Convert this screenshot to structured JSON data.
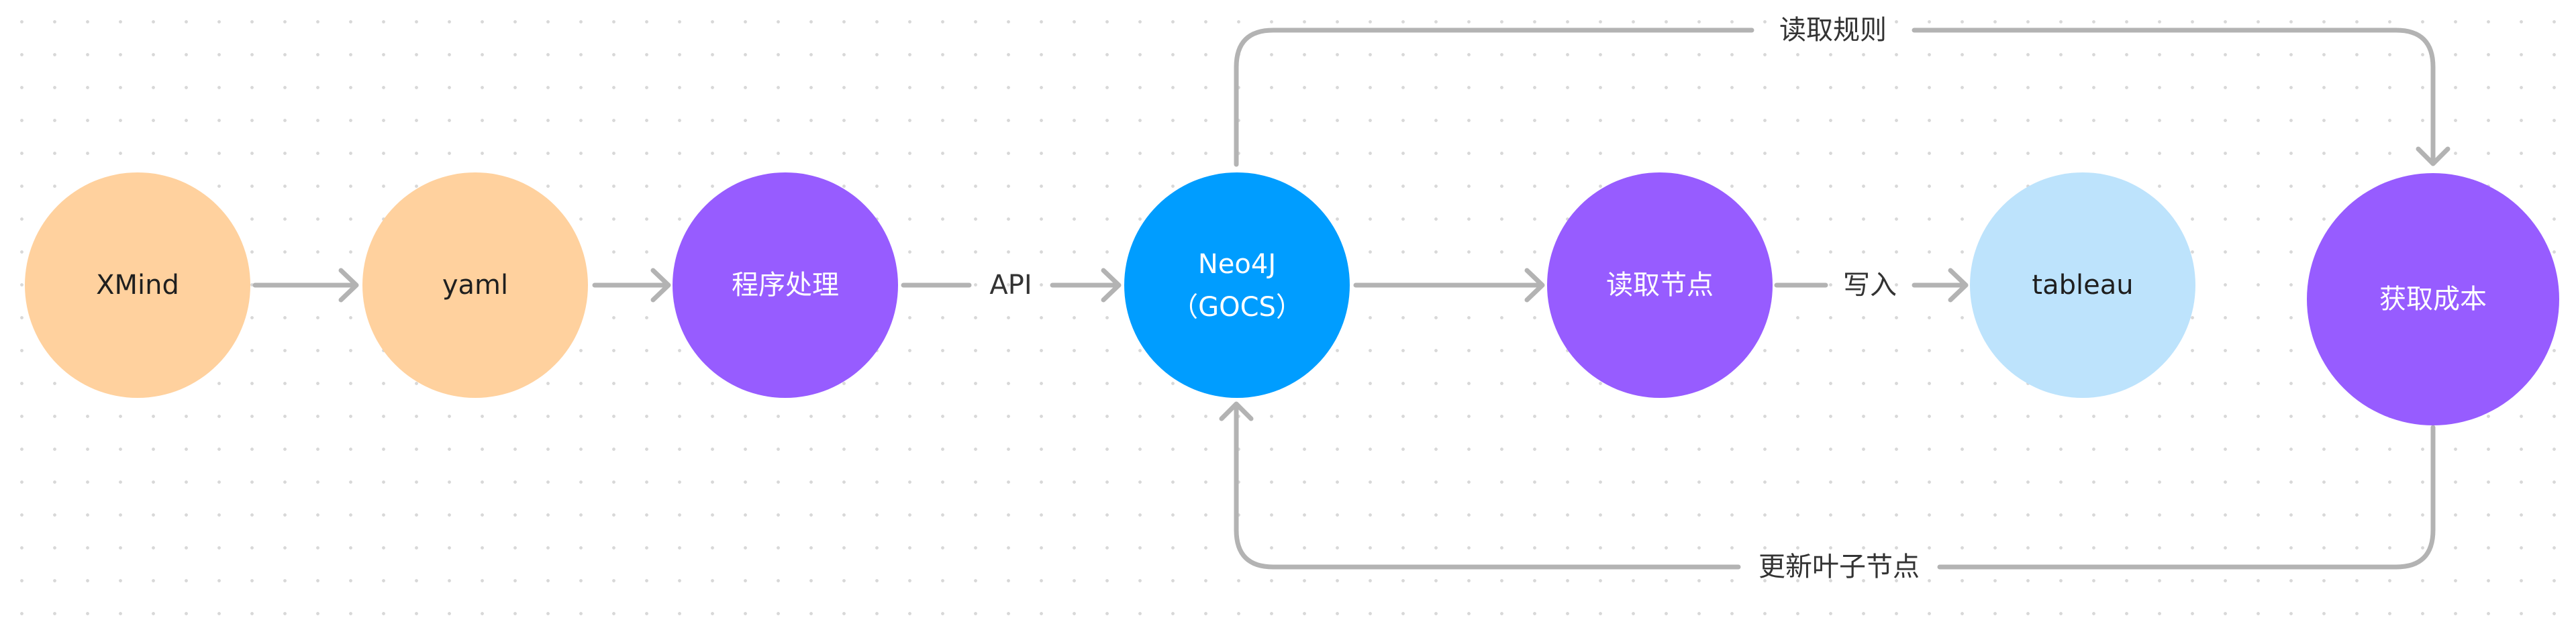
{
  "nodes": {
    "xmind": {
      "label": "XMind",
      "fill": "#FFD19E",
      "text_color": "#1f1f1f"
    },
    "yaml": {
      "label": "yaml",
      "fill": "#FFD19E",
      "text_color": "#1f1f1f"
    },
    "process": {
      "label": "程序处理",
      "fill": "#975CFF",
      "text_color": "#ffffff"
    },
    "neo4j": {
      "label_line1": "Neo4J",
      "label_line2": "（GOCS）",
      "fill": "#009DFF",
      "text_color": "#ffffff"
    },
    "read_node": {
      "label": "读取节点",
      "fill": "#975CFF",
      "text_color": "#ffffff"
    },
    "tableau": {
      "label": "tableau",
      "fill": "#BDE3FC",
      "text_color": "#1f1f1f"
    },
    "get_cost": {
      "label": "获取成本",
      "fill": "#975CFF",
      "text_color": "#ffffff"
    }
  },
  "edges": {
    "api": {
      "label": "API"
    },
    "write": {
      "label": "写入"
    },
    "read_rules": {
      "label": "读取规则"
    },
    "update_leaf": {
      "label": "更新叶子节点"
    }
  },
  "colors": {
    "connector": "#B3B3B3",
    "edge_text": "#333333"
  }
}
